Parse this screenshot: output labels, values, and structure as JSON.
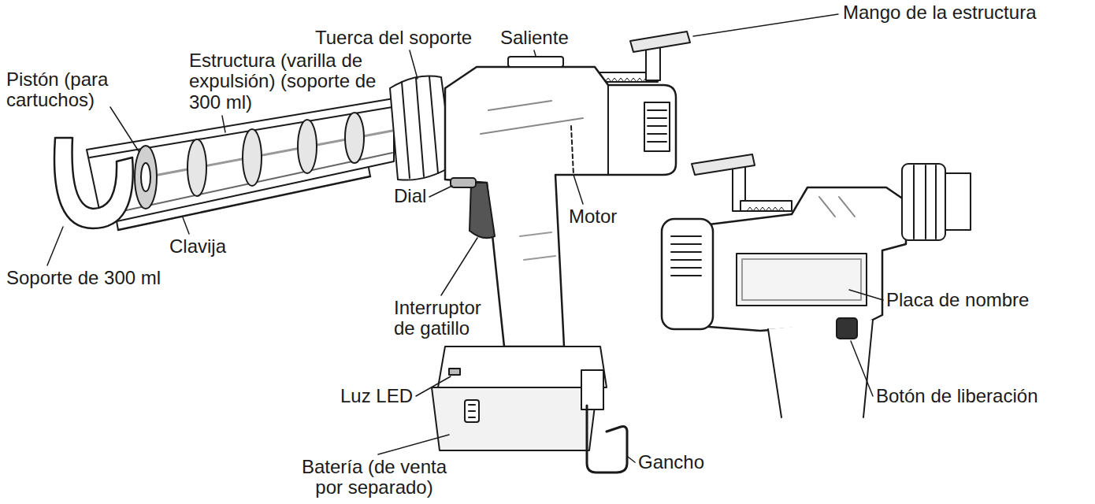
{
  "diagram": {
    "labels": [
      "Mango de la estructura",
      "Tuerca del soporte",
      "Saliente",
      "Estructura (varilla de expulsión) (soporte de 300 ml)",
      "Pistón (para cartuchos)",
      "Dial",
      "Motor",
      "Clavija",
      "Interruptor de gatillo",
      "Soporte de 300 ml",
      "Luz LED",
      "Gancho",
      "Batería (de venta por separado)",
      "Placa de nombre",
      "Botón de liberación"
    ]
  }
}
